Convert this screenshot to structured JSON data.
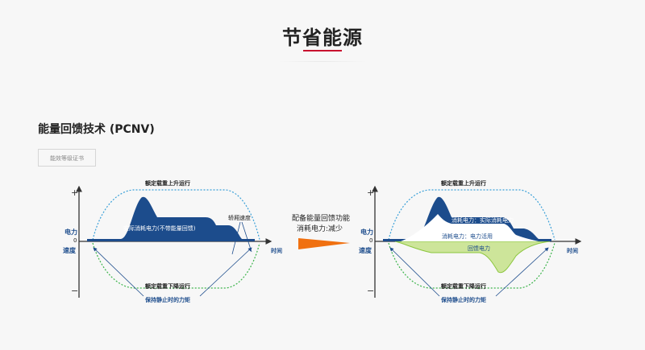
{
  "page": {
    "title": "节省能源",
    "accent_color": "#c8102e"
  },
  "section": {
    "title": "能量回馈技术 (PCNV)",
    "cert_button_label": "能效等级证书"
  },
  "diagram_left": {
    "label_rated_up": "额定载重上升运行",
    "label_rated_down": "额定载重下降运行",
    "label_holding_torque": "保持静止时的力矩",
    "label_car_speed": "轿厢速度",
    "label_actual_consumption": "实际消耗电力(不带能量回馈)",
    "axis_power": "电力",
    "axis_speed": "速度",
    "axis_time": "时间",
    "axis_zero": "0",
    "axis_plus": "+",
    "axis_minus": "−"
  },
  "middle": {
    "line1": "配备能量回馈功能",
    "line2": "消耗电力:减少",
    "arrow_icon": "orange-arrow-icon",
    "arrow_color": "#f07010"
  },
  "diagram_right": {
    "label_rated_up": "额定载重上升运行",
    "label_rated_down": "额定载重下降运行",
    "label_holding_torque": "保持静止时的力矩",
    "label_actual_consumption": "消耗电力：实际消耗电力",
    "label_power_usage": "消耗电力：电力活用",
    "label_regen": "回馈电力",
    "axis_power": "电力",
    "axis_speed": "速度",
    "axis_time": "时间",
    "axis_zero": "0",
    "axis_plus": "+",
    "axis_minus": "−"
  },
  "colors": {
    "navy": "#1c4c8c",
    "green_dotted": "#3cb44b",
    "blue_dotted": "#3aa0d8",
    "regen_fill": "#cde59a",
    "regen_stroke": "#8cc63f"
  }
}
